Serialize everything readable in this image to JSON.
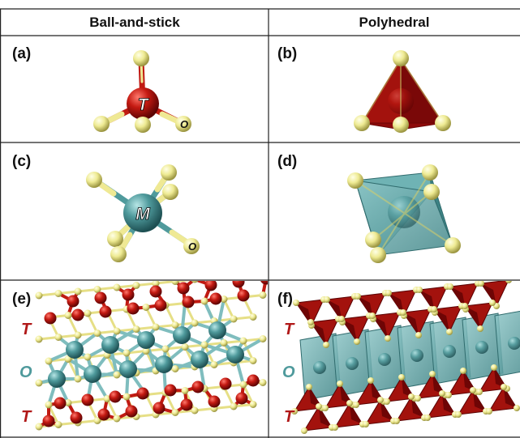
{
  "headers": {
    "left": "Ball-and-stick",
    "right": "Polyhedral"
  },
  "panels": {
    "a": "(a)",
    "b": "(b)",
    "c": "(c)",
    "d": "(d)",
    "e": "(e)",
    "f": "(f)"
  },
  "atoms": {
    "tetra_center": "T",
    "octa_center": "M",
    "oxygen": "O"
  },
  "layers": {
    "top": "T",
    "middle": "O",
    "bottom": "T"
  },
  "colors": {
    "tetrahedral": "#b01818",
    "octahedral": "#4f9a9c",
    "oxygen": "#eeea92",
    "grid": "#222222",
    "label_T": "#b01818",
    "label_O": "#4f9a9c"
  }
}
